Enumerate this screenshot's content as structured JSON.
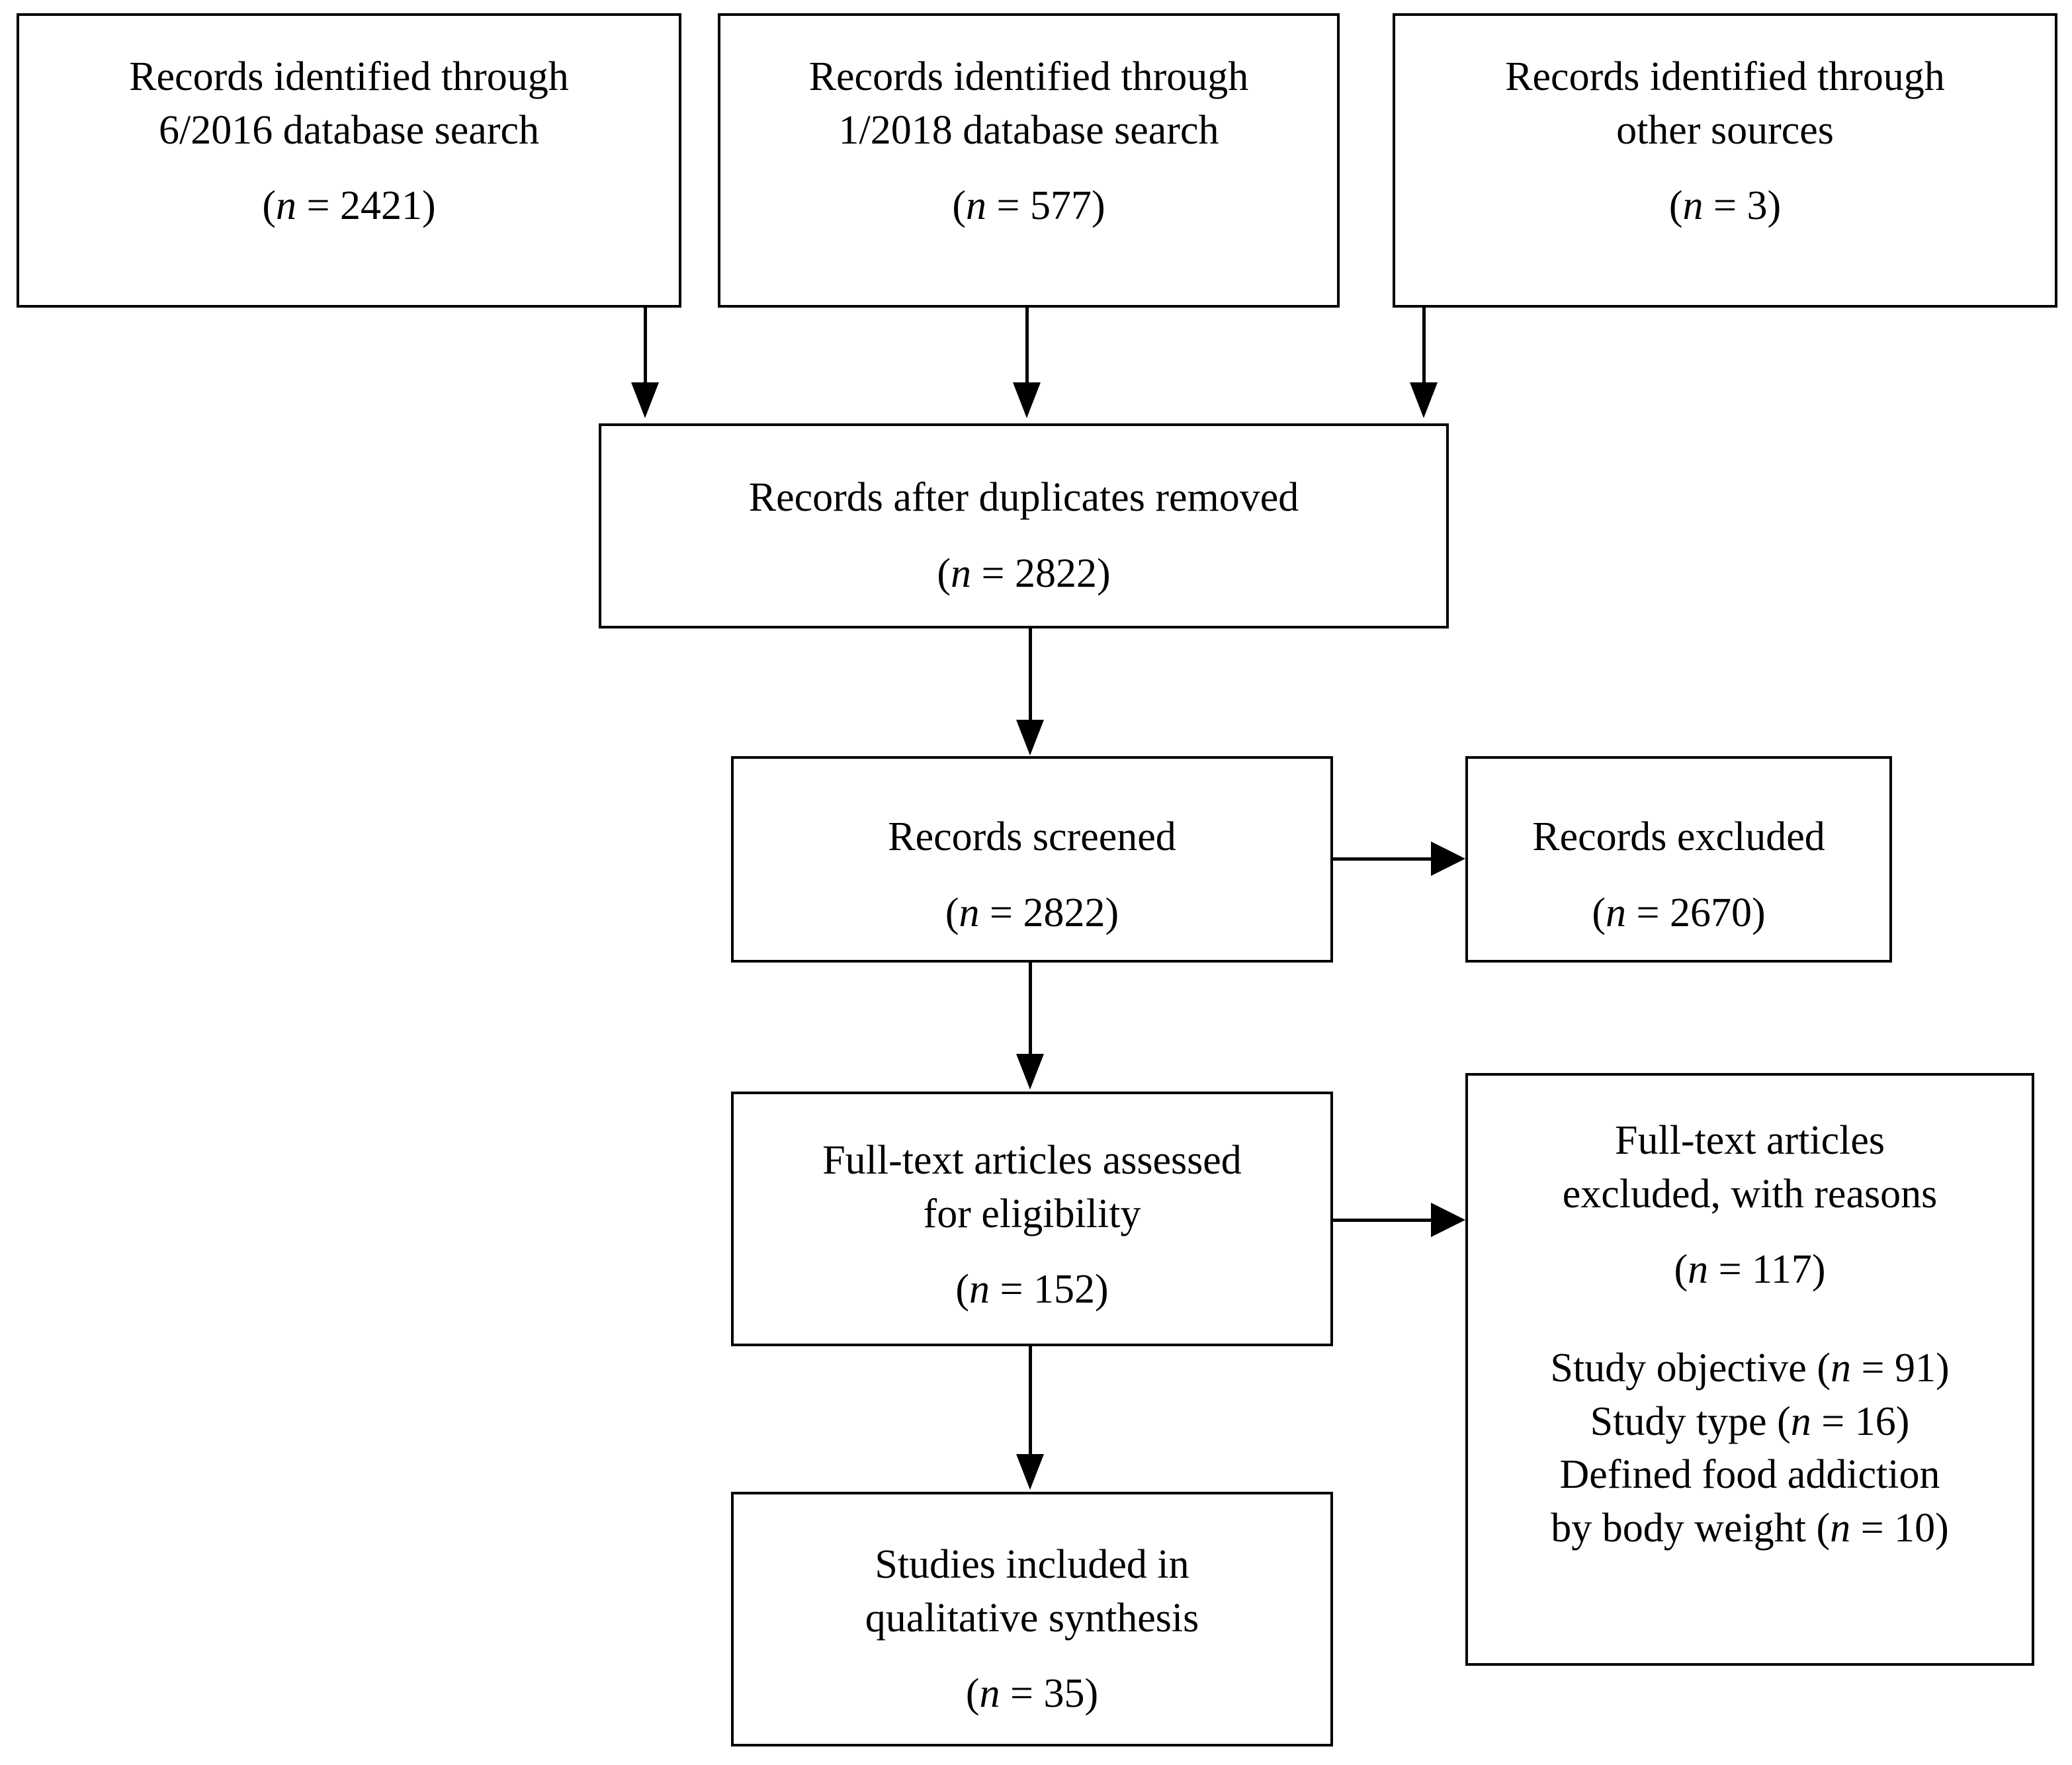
{
  "diagram": {
    "type": "prisma-flow-diagram",
    "boxes": {
      "db_2016": {
        "line1": "Records identified through",
        "line2": "6/2016 database search",
        "count_open": "(",
        "count_n": "n",
        "count_eq": " = 2421)"
      },
      "db_2018": {
        "line1": "Records identified through",
        "line2": "1/2018 database search",
        "count_open": "(",
        "count_n": "n",
        "count_eq": " = 577)"
      },
      "other_sources": {
        "line1": "Records identified through",
        "line2": "other sources",
        "count_open": "(",
        "count_n": "n",
        "count_eq": " = 3)"
      },
      "duplicates_removed": {
        "line1": "Records after duplicates removed",
        "count_open": "(",
        "count_n": "n",
        "count_eq": " = 2822)"
      },
      "records_screened": {
        "line1": "Records screened",
        "count_open": "(",
        "count_n": "n",
        "count_eq": " = 2822)"
      },
      "records_excluded": {
        "line1": "Records excluded",
        "count_open": "(",
        "count_n": "n",
        "count_eq": " = 2670)"
      },
      "fulltext_assessed": {
        "line1": "Full-text articles assessed",
        "line2": "for eligibility",
        "count_open": "(",
        "count_n": "n",
        "count_eq": " = 152)"
      },
      "fulltext_excluded": {
        "line1": "Full-text articles",
        "line2": "excluded, with reasons",
        "count_open": "(",
        "count_n": "n",
        "count_eq": " = 117)",
        "reasons": [
          {
            "open": "Study objective (",
            "n": "n",
            "rest": " = 91)"
          },
          {
            "open": "Study type (",
            "n": "n",
            "rest": " = 16)"
          },
          {
            "open": "Defined food addiction",
            "n": "",
            "rest": ""
          },
          {
            "open": "by body weight (",
            "n": "n",
            "rest": " = 10)"
          }
        ]
      },
      "studies_included": {
        "line1": "Studies included in",
        "line2": "qualitative synthesis",
        "count_open": "(",
        "count_n": "n",
        "count_eq": " = 35)"
      }
    },
    "colors": {
      "border": "#000000",
      "background": "#ffffff",
      "text": "#000000"
    }
  }
}
